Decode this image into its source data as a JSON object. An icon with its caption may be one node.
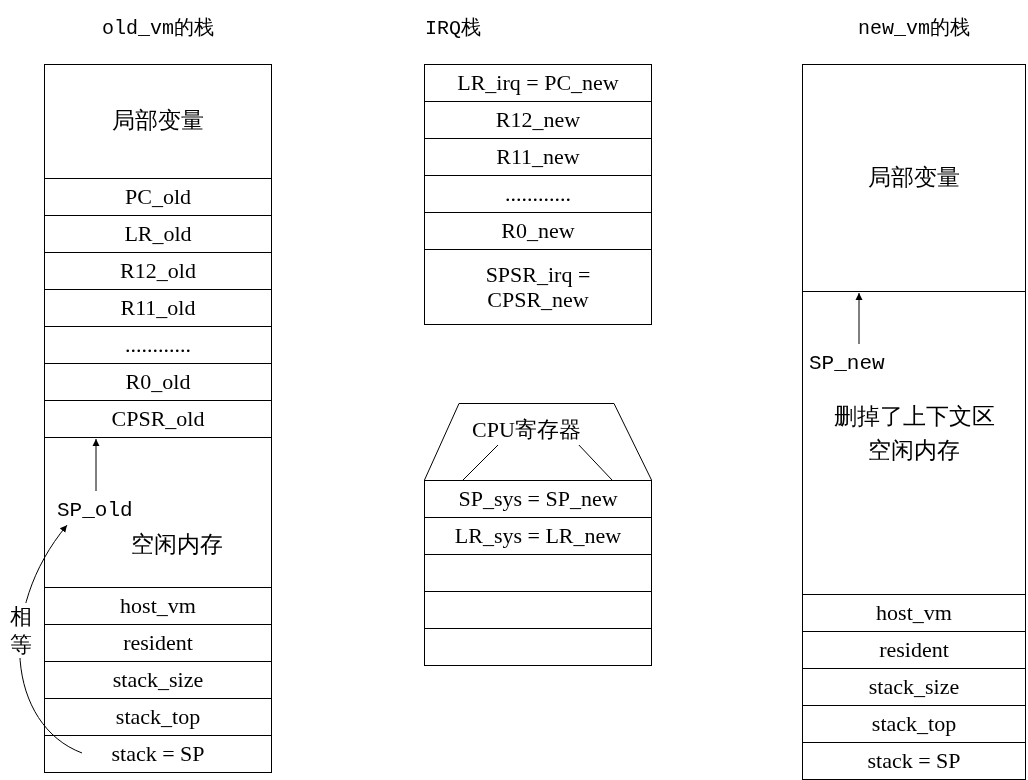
{
  "diagram": {
    "nodes": [
      {
        "text": [
          "old_vm的栈"
        ]
      },
      {
        "text": [
          "局部变量"
        ],
        "in": 0
      },
      {
        "text": [
          "PC_old"
        ],
        "in": 0
      },
      {
        "text": [
          "LR_old"
        ],
        "in": 0
      },
      {
        "text": [
          "R12_old"
        ],
        "in": 0
      },
      {
        "text": [
          "R11_old"
        ],
        "in": 0
      },
      {
        "text": [
          "............"
        ],
        "in": 0
      },
      {
        "text": [
          "R0_old"
        ],
        "in": 0
      },
      {
        "text": [
          "CPSR_old"
        ],
        "in": 0
      },
      {
        "text": [
          "空闲内存"
        ],
        "in": 0
      },
      {
        "text": [
          "SP_old"
        ],
        "in": 9
      },
      {
        "text": [
          "host_vm"
        ],
        "in": 0
      },
      {
        "text": [
          "resident"
        ],
        "in": 0
      },
      {
        "text": [
          "stack_size"
        ],
        "in": 0
      },
      {
        "text": [
          "stack_top"
        ],
        "in": 0
      },
      {
        "text": [
          "stack = SP"
        ],
        "in": 0
      },
      {
        "text": [
          "IRQ栈"
        ]
      },
      {
        "text": [
          "LR_irq = PC_new"
        ],
        "in": 16
      },
      {
        "text": [
          "R12_new"
        ],
        "in": 16
      },
      {
        "text": [
          "R11_new"
        ],
        "in": 16
      },
      {
        "text": [
          "............"
        ],
        "in": 16
      },
      {
        "text": [
          "R0_new"
        ],
        "in": 16
      },
      {
        "text": [
          "SPSR_irq = CPSR_new"
        ],
        "in": 16
      },
      {
        "text": [
          "CPU寄存器"
        ]
      },
      {
        "text": [
          "SP_sys = SP_new"
        ]
      },
      {
        "text": [
          "LR_sys = LR_new"
        ]
      },
      {
        "text": [],
        "shape": "box"
      },
      {
        "text": [],
        "shape": "box"
      },
      {
        "text": [],
        "shape": "box"
      },
      {
        "text": [
          "new_vm的栈"
        ]
      },
      {
        "text": [
          "局部变量"
        ],
        "in": 29
      },
      {
        "text": [
          "删掉了上下文区",
          "空闲内存"
        ],
        "in": 29
      },
      {
        "text": [
          "SP_new"
        ],
        "in": 31
      },
      {
        "text": [
          "host_vm"
        ],
        "in": 29
      },
      {
        "text": [
          "resident"
        ],
        "in": 29
      },
      {
        "text": [
          "stack_size"
        ],
        "in": 29
      },
      {
        "text": [
          "stack_top"
        ],
        "in": 29
      },
      {
        "text": [
          "stack = SP"
        ],
        "in": 29
      }
    ],
    "edges": [
      {
        "from": 10,
        "to": 8,
        "arrow": "to"
      },
      {
        "from": 15,
        "to": 10,
        "arrow": "to",
        "label": "相等"
      },
      {
        "from": 32,
        "to": 30,
        "arrow": "to"
      }
    ]
  }
}
